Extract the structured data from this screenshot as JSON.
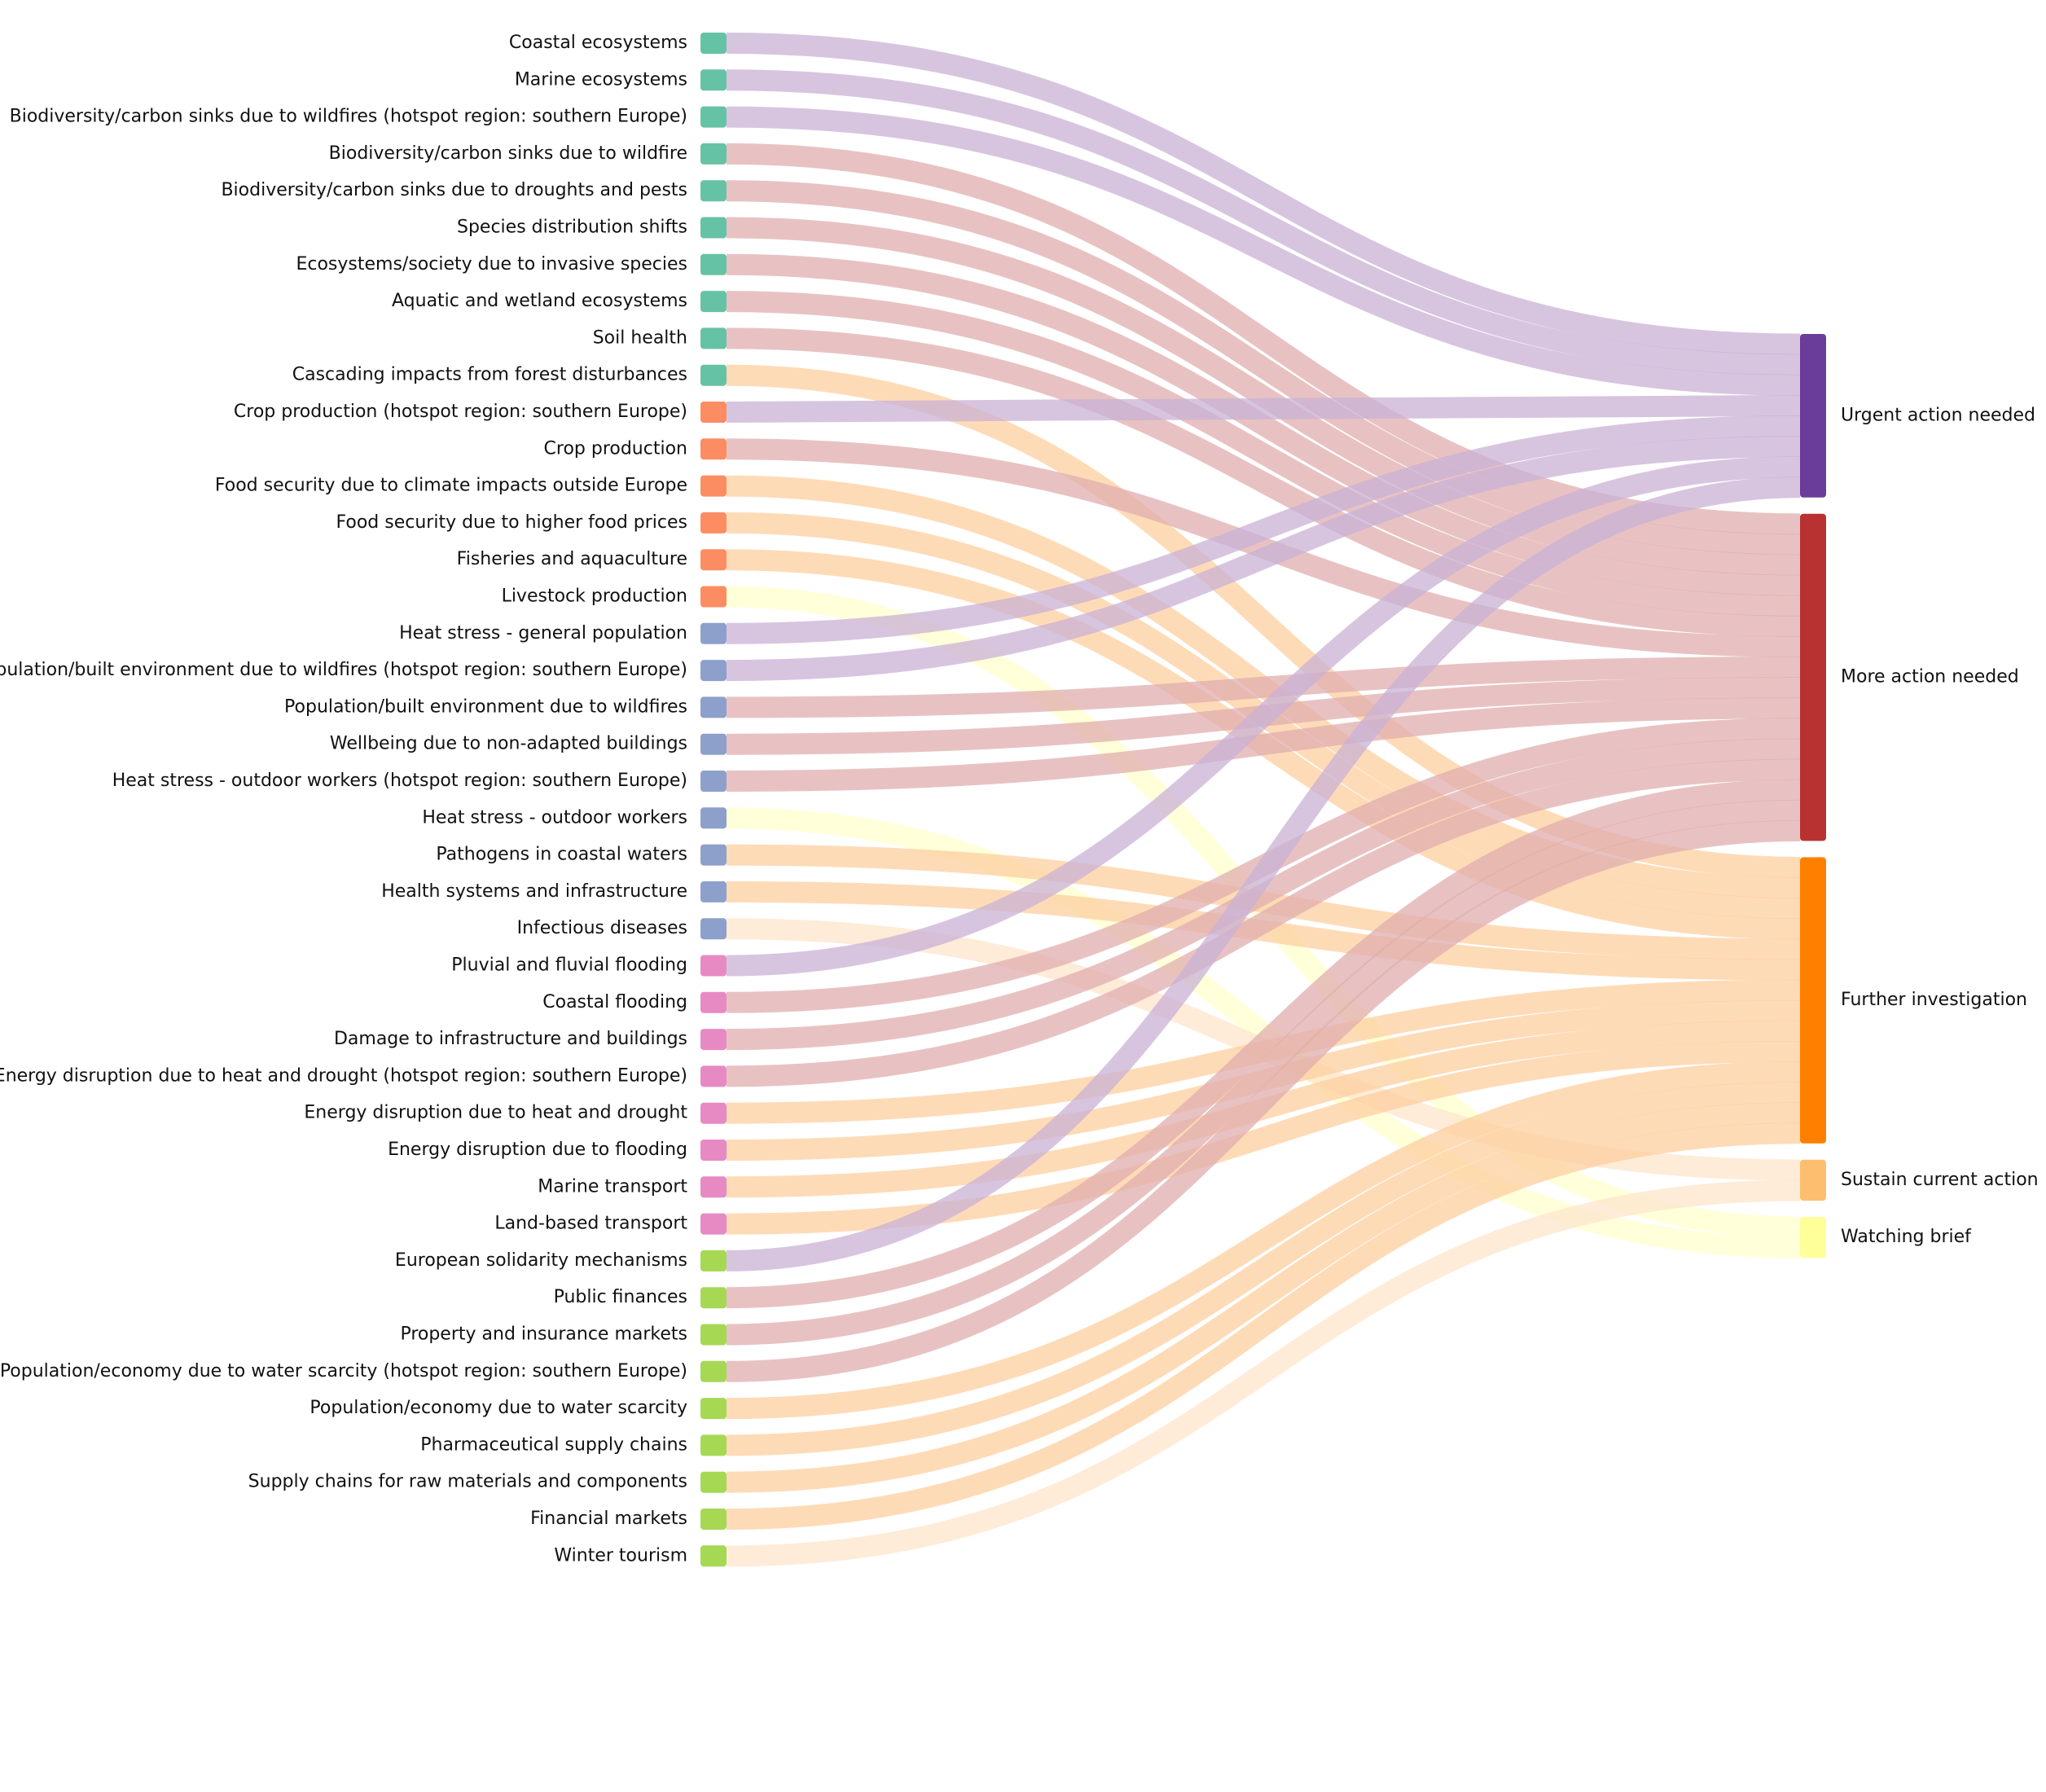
{
  "chart_data": {
    "type": "sankey",
    "group_colors": {
      "ecosystems": "#66c2a5",
      "food": "#fc8d62",
      "health": "#8da0cb",
      "infrastructure": "#e78ac3",
      "economy": "#a6d854"
    },
    "sources": [
      {
        "label": "Coastal ecosystems",
        "group": "ecosystems",
        "target": "urgent"
      },
      {
        "label": "Marine ecosystems",
        "group": "ecosystems",
        "target": "urgent"
      },
      {
        "label": "Biodiversity/carbon sinks due to wildfires (hotspot region: southern Europe)",
        "group": "ecosystems",
        "target": "urgent"
      },
      {
        "label": "Biodiversity/carbon sinks due to wildfire",
        "group": "ecosystems",
        "target": "more"
      },
      {
        "label": "Biodiversity/carbon sinks due to droughts and pests",
        "group": "ecosystems",
        "target": "more"
      },
      {
        "label": "Species distribution shifts",
        "group": "ecosystems",
        "target": "more"
      },
      {
        "label": "Ecosystems/society due to invasive species",
        "group": "ecosystems",
        "target": "more"
      },
      {
        "label": "Aquatic and wetland ecosystems",
        "group": "ecosystems",
        "target": "more"
      },
      {
        "label": "Soil health",
        "group": "ecosystems",
        "target": "more"
      },
      {
        "label": "Cascading impacts from forest disturbances",
        "group": "ecosystems",
        "target": "further"
      },
      {
        "label": "Crop production (hotspot region: southern Europe)",
        "group": "food",
        "target": "urgent"
      },
      {
        "label": "Crop production",
        "group": "food",
        "target": "more"
      },
      {
        "label": "Food security due to climate impacts outside Europe",
        "group": "food",
        "target": "further"
      },
      {
        "label": "Food security due to higher food prices",
        "group": "food",
        "target": "further"
      },
      {
        "label": "Fisheries and aquaculture",
        "group": "food",
        "target": "further"
      },
      {
        "label": "Livestock production",
        "group": "food",
        "target": "watching"
      },
      {
        "label": "Heat stress - general population",
        "group": "health",
        "target": "urgent"
      },
      {
        "label": "Population/built environment due to wildfires (hotspot region: southern Europe)",
        "group": "health",
        "target": "urgent"
      },
      {
        "label": "Population/built environment due to wildfires",
        "group": "health",
        "target": "more"
      },
      {
        "label": "Wellbeing due to non-adapted buildings",
        "group": "health",
        "target": "more"
      },
      {
        "label": "Heat stress - outdoor workers (hotspot region: southern Europe)",
        "group": "health",
        "target": "more"
      },
      {
        "label": "Heat stress - outdoor workers",
        "group": "health",
        "target": "watching"
      },
      {
        "label": "Pathogens in coastal waters",
        "group": "health",
        "target": "further"
      },
      {
        "label": "Health systems and infrastructure",
        "group": "health",
        "target": "further"
      },
      {
        "label": "Infectious diseases",
        "group": "health",
        "target": "sustain"
      },
      {
        "label": "Pluvial and fluvial flooding",
        "group": "infrastructure",
        "target": "urgent"
      },
      {
        "label": "Coastal flooding",
        "group": "infrastructure",
        "target": "more"
      },
      {
        "label": "Damage to infrastructure and buildings",
        "group": "infrastructure",
        "target": "more"
      },
      {
        "label": "Energy disruption due to heat and drought (hotspot region: southern Europe)",
        "group": "infrastructure",
        "target": "more"
      },
      {
        "label": "Energy disruption due to heat and drought",
        "group": "infrastructure",
        "target": "further"
      },
      {
        "label": "Energy disruption due to flooding",
        "group": "infrastructure",
        "target": "further"
      },
      {
        "label": "Marine transport",
        "group": "infrastructure",
        "target": "further"
      },
      {
        "label": "Land-based transport",
        "group": "infrastructure",
        "target": "further"
      },
      {
        "label": "European solidarity mechanisms",
        "group": "economy",
        "target": "urgent"
      },
      {
        "label": "Public finances",
        "group": "economy",
        "target": "more"
      },
      {
        "label": "Property and insurance markets",
        "group": "economy",
        "target": "more"
      },
      {
        "label": "Population/economy due to water scarcity (hotspot region: southern Europe)",
        "group": "economy",
        "target": "more"
      },
      {
        "label": "Population/economy due to water scarcity",
        "group": "economy",
        "target": "further"
      },
      {
        "label": "Pharmaceutical supply chains",
        "group": "economy",
        "target": "further"
      },
      {
        "label": "Supply chains for raw materials and components",
        "group": "economy",
        "target": "further"
      },
      {
        "label": "Financial markets",
        "group": "economy",
        "target": "further"
      },
      {
        "label": "Winter tourism",
        "group": "economy",
        "target": "sustain"
      }
    ],
    "targets": [
      {
        "id": "urgent",
        "label": "Urgent action needed",
        "color": "#6a3d9a"
      },
      {
        "id": "more",
        "label": "More action needed",
        "color": "#b83232"
      },
      {
        "id": "further",
        "label": "Further investigation",
        "color": "#ff7f00"
      },
      {
        "id": "sustain",
        "label": "Sustain current action",
        "color": "#fdbf6f"
      },
      {
        "id": "watching",
        "label": "Watching brief",
        "color": "#ffff99"
      }
    ],
    "link_colors": {
      "urgent": "#cab2d6",
      "more": "#e0aeae",
      "further": "#fdcf9f",
      "sustain": "#fde6cc",
      "watching": "#ffffcc"
    },
    "value_per_link": 1
  }
}
